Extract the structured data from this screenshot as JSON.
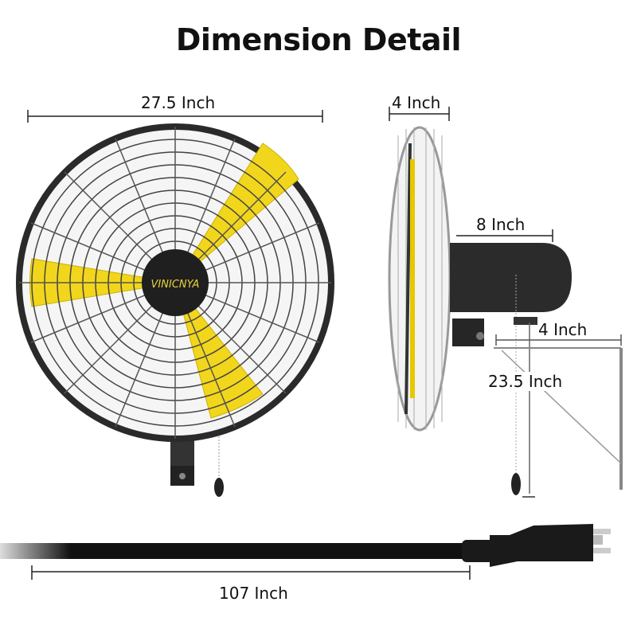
{
  "title": "Dimension Detail",
  "brand": "VINICNYA",
  "dimensions": {
    "fan_diameter": "27.5 Inch",
    "cage_depth": "4 Inch",
    "motor_depth": "8 Inch",
    "bracket_offset": "4 Inch",
    "mount_height": "23.5 Inch",
    "cord_length": "107 Inch"
  },
  "colors": {
    "blade": "#f2d61c",
    "frame": "#2a2a2a",
    "cage": "#888888",
    "text": "#111111"
  }
}
